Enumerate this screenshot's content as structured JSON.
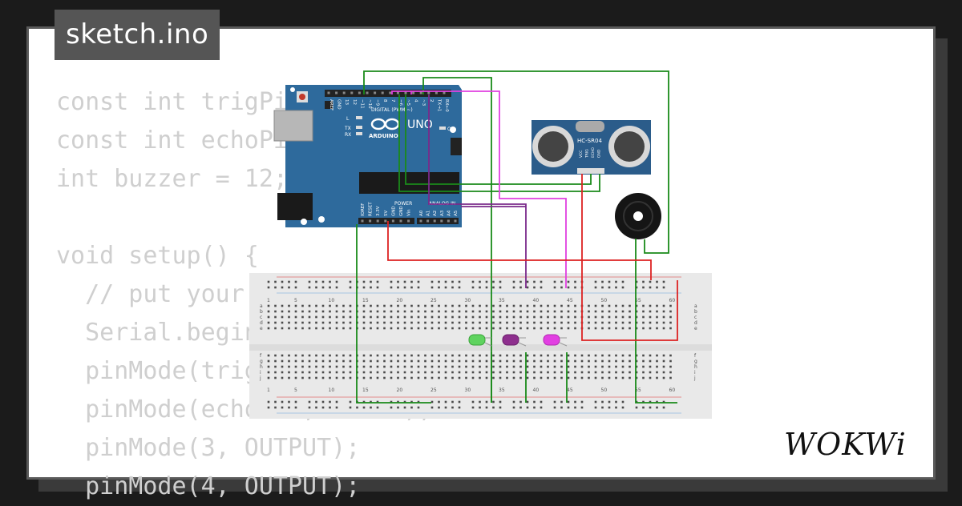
{
  "tab": {
    "filename": "sketch.ino"
  },
  "code": {
    "lines": [
      "const int trigPin = 5;",
      "const int echoPin = 6;",
      "int buzzer = 12;",
      "",
      "void setup() {",
      "  // put your setup code here, to run once:",
      "  Serial.begin(9600);",
      "  pinMode(trigPin, OUTPUT);",
      "  pinMode(echoPin, INPUT);",
      "  pinMode(3, OUTPUT);",
      "  pinMode(4, OUTPUT);"
    ]
  },
  "arduino": {
    "model": "UNO",
    "brand": "ARDUINO",
    "digital_header": "DIGITAL (PWM ~)",
    "power_header": "POWER",
    "analog_header": "ANALOG IN",
    "led_labels": [
      "L",
      "TX",
      "RX"
    ],
    "on_label": "ON",
    "top_pins": [
      "AREF",
      "GND",
      "13",
      "12",
      "~11",
      "~10",
      "~9",
      "8",
      "7",
      "~6",
      "~5",
      "4",
      "~3",
      "2",
      "TX→1",
      "RX←0"
    ],
    "power_pins": [
      "IOREF",
      "RESET",
      "3.3V",
      "5V",
      "GND",
      "GND",
      "Vin"
    ],
    "analog_pins": [
      "A0",
      "A1",
      "A2",
      "A3",
      "A4",
      "A5"
    ]
  },
  "sensor": {
    "label": "HC-SR04",
    "pins": [
      "VCC",
      "TRIG",
      "ECHO",
      "GND"
    ]
  },
  "breadboard": {
    "column_numbers": [
      "1",
      "5",
      "10",
      "15",
      "20",
      "25",
      "30",
      "35",
      "40",
      "45",
      "50",
      "55",
      "60"
    ],
    "row_letters_top": [
      "a",
      "b",
      "c",
      "d",
      "e"
    ],
    "row_letters_bottom": [
      "f",
      "g",
      "h",
      "i",
      "j"
    ]
  },
  "leds": [
    {
      "color": "#5fd35f",
      "name": "green"
    },
    {
      "color": "#8e2f8e",
      "name": "purple"
    },
    {
      "color": "#e23fe2",
      "name": "magenta"
    }
  ],
  "wire_colors": {
    "green": "#1a8a1a",
    "magenta": "#e040e0",
    "purple": "#7a2a8a",
    "red": "#dd2222"
  },
  "logo": {
    "text": "WOKWi"
  }
}
